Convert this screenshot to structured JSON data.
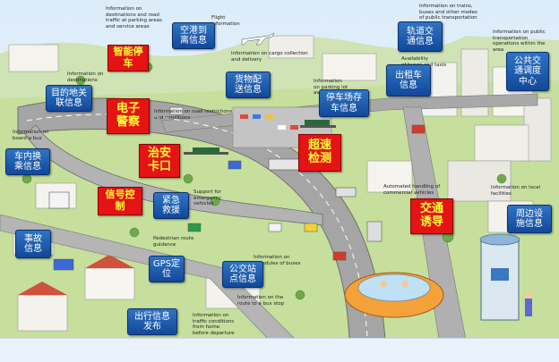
{
  "colors": {
    "blue_label": "#1f5fb4",
    "red_label": "#e51313",
    "red_label_text": "#ffff3a",
    "road": "#9b9b9b",
    "grass": "#b9d98a",
    "sky": "#e7f2fb",
    "car_orange": "#f4a13a"
  },
  "labels": {
    "kongang": "空港到\n离信息",
    "guidao": "轨道交\n通信息",
    "gonggong_diaodu": "公共交\n通调度\n中心",
    "chuzuche": "出租车\n信息",
    "huowu": "货物配\n送信息",
    "tingche": "停车场存\n车信息",
    "mudidi": "目的地关\n联信息",
    "chenei": "车内换\n乘信息",
    "jinji": "紧急\n救援",
    "shigu": "事故\n信息",
    "gps": "GPS定\n位",
    "gongjiaozhan": "公交站\n点信息",
    "chuxing": "出行信息\n发布",
    "zhoubian": "周边设\n施信息",
    "zhineng_tingche": "智能停\n车",
    "dianzi_jingcha": "电子\n警察",
    "zhian_kakou": "治安\n卡口",
    "chaosu": "超速\n检测",
    "xinhao": "信号控\n制",
    "jiaotong_youdao": "交通\n诱导"
  },
  "notes": {
    "n1": "Information on\ndestinations and road\ntraffic at parking areas\nand service areas",
    "n2": "Flight\ninformation",
    "n3": "Information on trains,\nbuses and other modes\nof public transportation",
    "n4": "Information on public\ntransportation\noperations within the\narea",
    "n5": "Information on cargo collection\nand delivery",
    "n6": "Information\non parking lot\navailability",
    "n7": "Availability\nof buses and taxis",
    "n8": "Information on\ndestinations",
    "n9": "Information on road restrictions\nand conditions",
    "n10": "Information on\nboard a bus",
    "n11": "Support for\nemergency\nvehicles",
    "n12": "Pedestrian route\nguidance",
    "n13": "Information on\nschedules of buses",
    "n14": "Information on local facilities",
    "n15": "Automated handling of\ncommercial vehicles",
    "n16": "Information on the\nroute to a bus stop",
    "n17": "Information on\ntraffic conditions\nfrom home\nbefore departure"
  }
}
